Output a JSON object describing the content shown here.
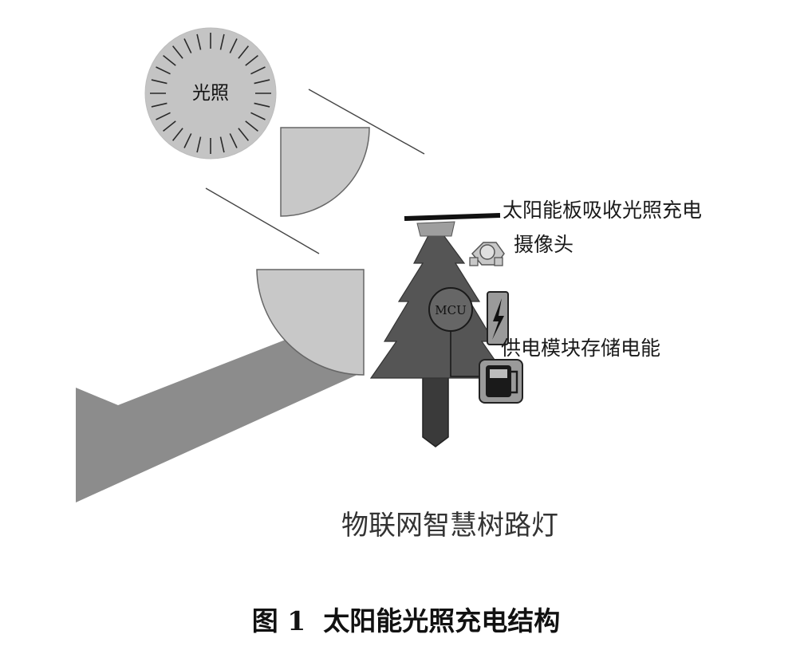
{
  "sun": {
    "label": "光照"
  },
  "labels": {
    "solar_panel": "太阳能板吸收光照充电",
    "camera": "摄像头",
    "mcu": "MCU",
    "power_module": "供电模块存储电能"
  },
  "diagram_title": "物联网智慧树路灯",
  "caption": {
    "number": "图 1",
    "text": "太阳能光照充电结构"
  },
  "colors": {
    "sun": "#c4c4c4",
    "lamp_shade": "#c8c8c8",
    "beam": "#8c8c8c",
    "tree": "#555555",
    "trunk": "#3a3a3a",
    "panel": "#111111"
  }
}
